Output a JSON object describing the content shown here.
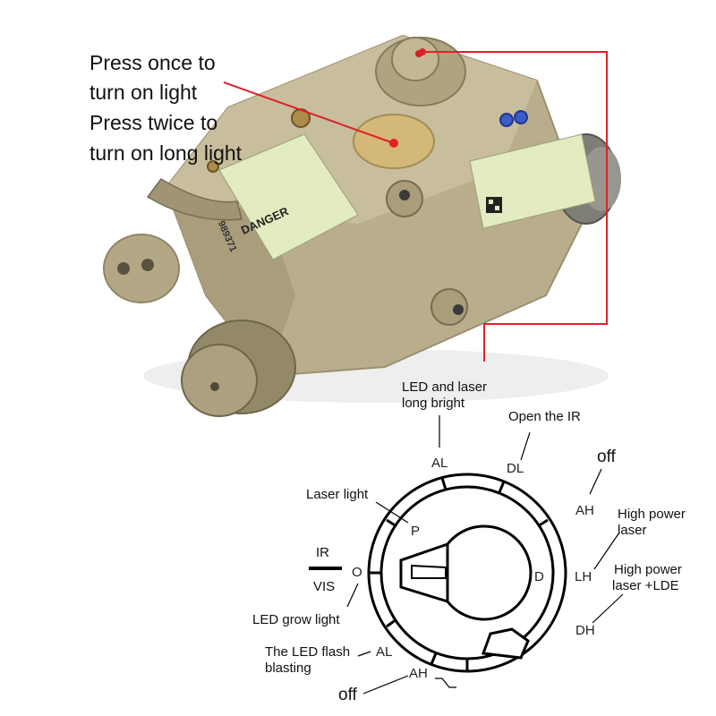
{
  "callout": {
    "line1": "Press once to",
    "line2": "turn on light",
    "line3": "Press twice to",
    "line4": "turn on long light"
  },
  "device": {
    "label_warning": "DANGER",
    "serial": "989371"
  },
  "diagram": {
    "modes": {
      "al_top": "AL",
      "dl": "DL",
      "ah_right": "AH",
      "lh": "LH",
      "dh": "DH",
      "ah_bottom": "AH",
      "al_left": "AL",
      "o": "O",
      "p": "P",
      "d": "D"
    },
    "descriptions": {
      "led_laser_1": "LED and laser",
      "led_laser_2": "long bright",
      "open_ir": "Open the IR",
      "off_top": "off",
      "high_power_1": "High power",
      "high_power_2": "laser",
      "high_power_lde_1": "High power",
      "high_power_lde_2": "laser +LDE",
      "laser_light": "Laser light",
      "ir": "IR",
      "vis": "VIS",
      "led_grow": "LED grow light",
      "led_flash_1": "The LED flash",
      "led_flash_2": "blasting",
      "off_bottom": "off"
    }
  },
  "colors": {
    "device_body": "#b9ad8c",
    "device_dark": "#8f8464",
    "callout_line": "#e0202a",
    "ink": "#111111"
  }
}
